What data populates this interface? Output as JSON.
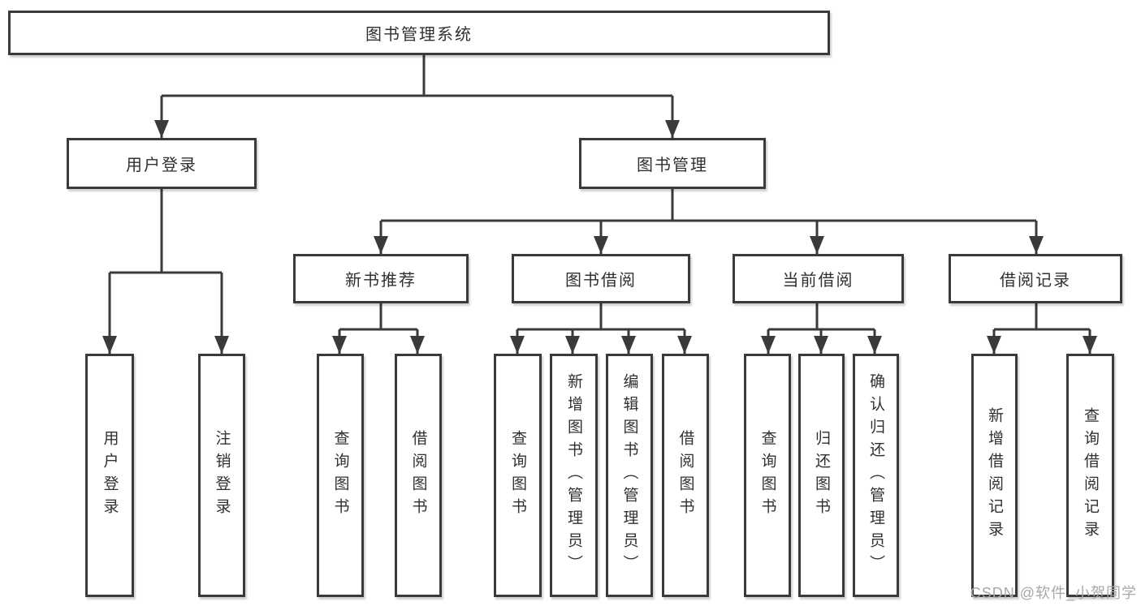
{
  "diagram": {
    "root": "图书管理系统",
    "user_login": {
      "label": "用户登录",
      "children": [
        "用户登录",
        "注销登录"
      ]
    },
    "book_management": {
      "label": "图书管理",
      "sections": [
        {
          "label": "新书推荐",
          "children": [
            "查询图书",
            "借阅图书"
          ]
        },
        {
          "label": "图书借阅",
          "children": [
            "查询图书",
            "新增图书（管理员）",
            "编辑图书（管理员）",
            "借阅图书"
          ]
        },
        {
          "label": "当前借阅",
          "children": [
            "查询图书",
            "归还图书",
            "确认归还（管理员）"
          ]
        },
        {
          "label": "借阅记录",
          "children": [
            "新增借阅记录",
            "查询借阅记录"
          ]
        }
      ]
    }
  },
  "watermark": "CSDN @软件_小贺同学",
  "colors": {
    "line": "#3a3a3a",
    "text": "#303030",
    "watermark": "#a8a8a8",
    "background": "#ffffff"
  }
}
